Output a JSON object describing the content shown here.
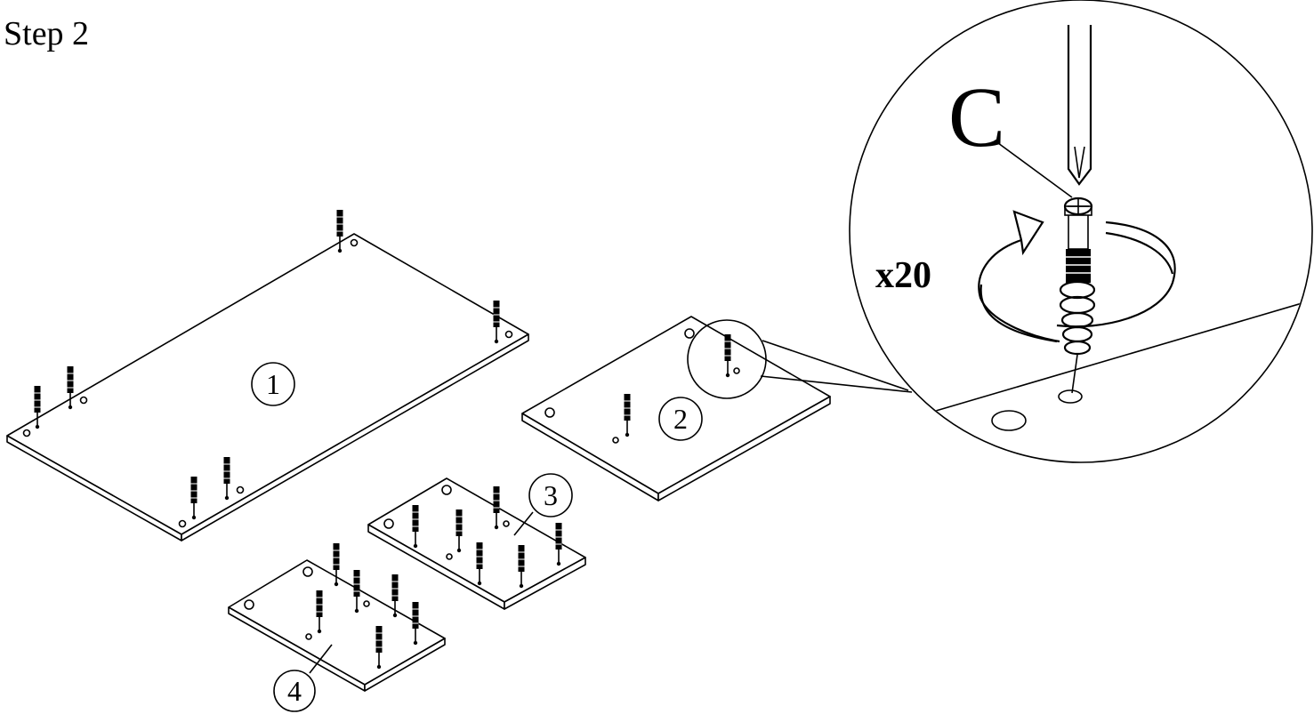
{
  "step": {
    "title": "Step 2"
  },
  "parts": [
    {
      "label": "1"
    },
    {
      "label": "2"
    },
    {
      "label": "3"
    },
    {
      "label": "4"
    }
  ],
  "detail": {
    "hardware_letter": "C",
    "quantity": "x20"
  },
  "icons": [
    "cam-bolt-icon",
    "screwdriver-icon",
    "rotate-arrow-icon",
    "panel-icon"
  ]
}
